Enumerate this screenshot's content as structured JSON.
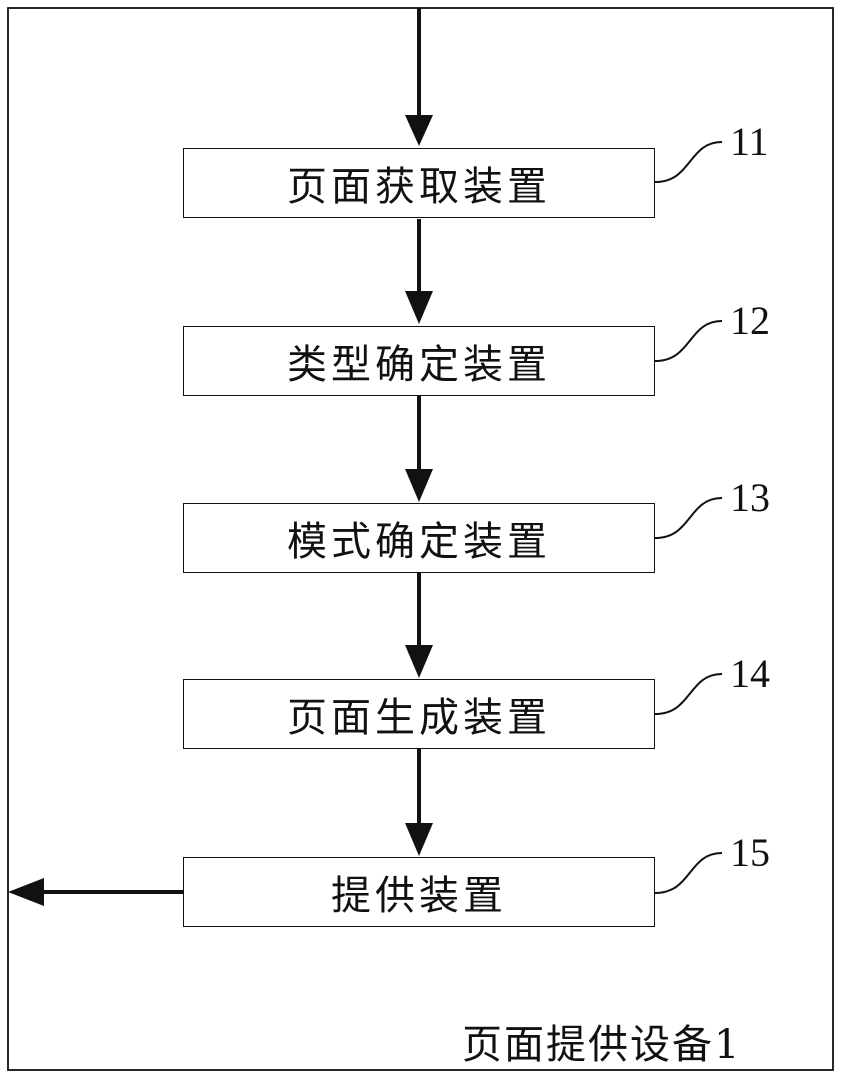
{
  "diagram": {
    "modules": [
      {
        "label": "页面获取装置",
        "ref": "11"
      },
      {
        "label": "类型确定装置",
        "ref": "12"
      },
      {
        "label": "模式确定装置",
        "ref": "13"
      },
      {
        "label": "页面生成装置",
        "ref": "14"
      },
      {
        "label": "提供装置",
        "ref": "15"
      }
    ],
    "device_label": "页面提供设备1"
  }
}
